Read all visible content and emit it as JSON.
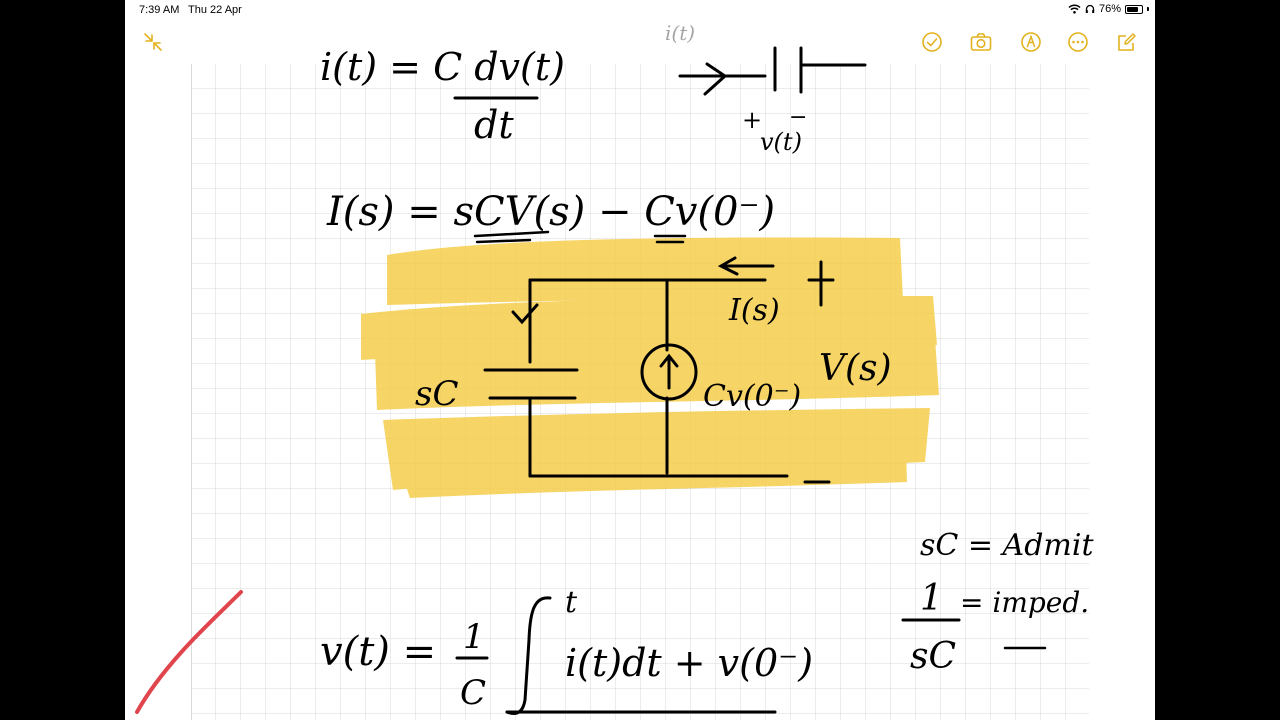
{
  "status_bar": {
    "time": "7:39 AM",
    "date": "Thu 22 Apr",
    "battery_percent": "76%",
    "battery_level": 0.76
  },
  "toolbar": {
    "left_icon": "collapse-arrows-icon",
    "right_icons": [
      "checkmark-circle-icon",
      "camera-icon",
      "markup-pen-icon",
      "more-ellipsis-icon",
      "compose-icon"
    ],
    "accent_color": "#e2b21f"
  },
  "note": {
    "paper": "grid",
    "grid_color": "#d9d9d9",
    "highlight_color": "#f5cc45",
    "ink_color": "#000000",
    "annotation_color": "#e0454d",
    "handwriting": {
      "eq_i_top": "i(t) = C dv(t)",
      "eq_dt": "dt",
      "cap_label_current": "i(t)",
      "cap_plus": "+",
      "cap_minus": "−",
      "cap_voltage": "v(t)",
      "laplace_eq": "I(s) = sCV(s) − Cv(0⁻)",
      "circuit_current": "I(s)",
      "circuit_plus": "+",
      "circuit_minus": "−",
      "circuit_voltage": "V(s)",
      "circuit_sc": "sC",
      "circuit_source": "Cv(0⁻)",
      "admit_note": "sC = Admit",
      "imped_num": "1",
      "imped_den": "sC",
      "imped_note": "= imped.",
      "vt_lhs": "v(t) =",
      "vt_frac_num": "1",
      "vt_frac_den": "C",
      "vt_upper": "t",
      "vt_integrand": "i(t)dt + v(0⁻)"
    }
  }
}
